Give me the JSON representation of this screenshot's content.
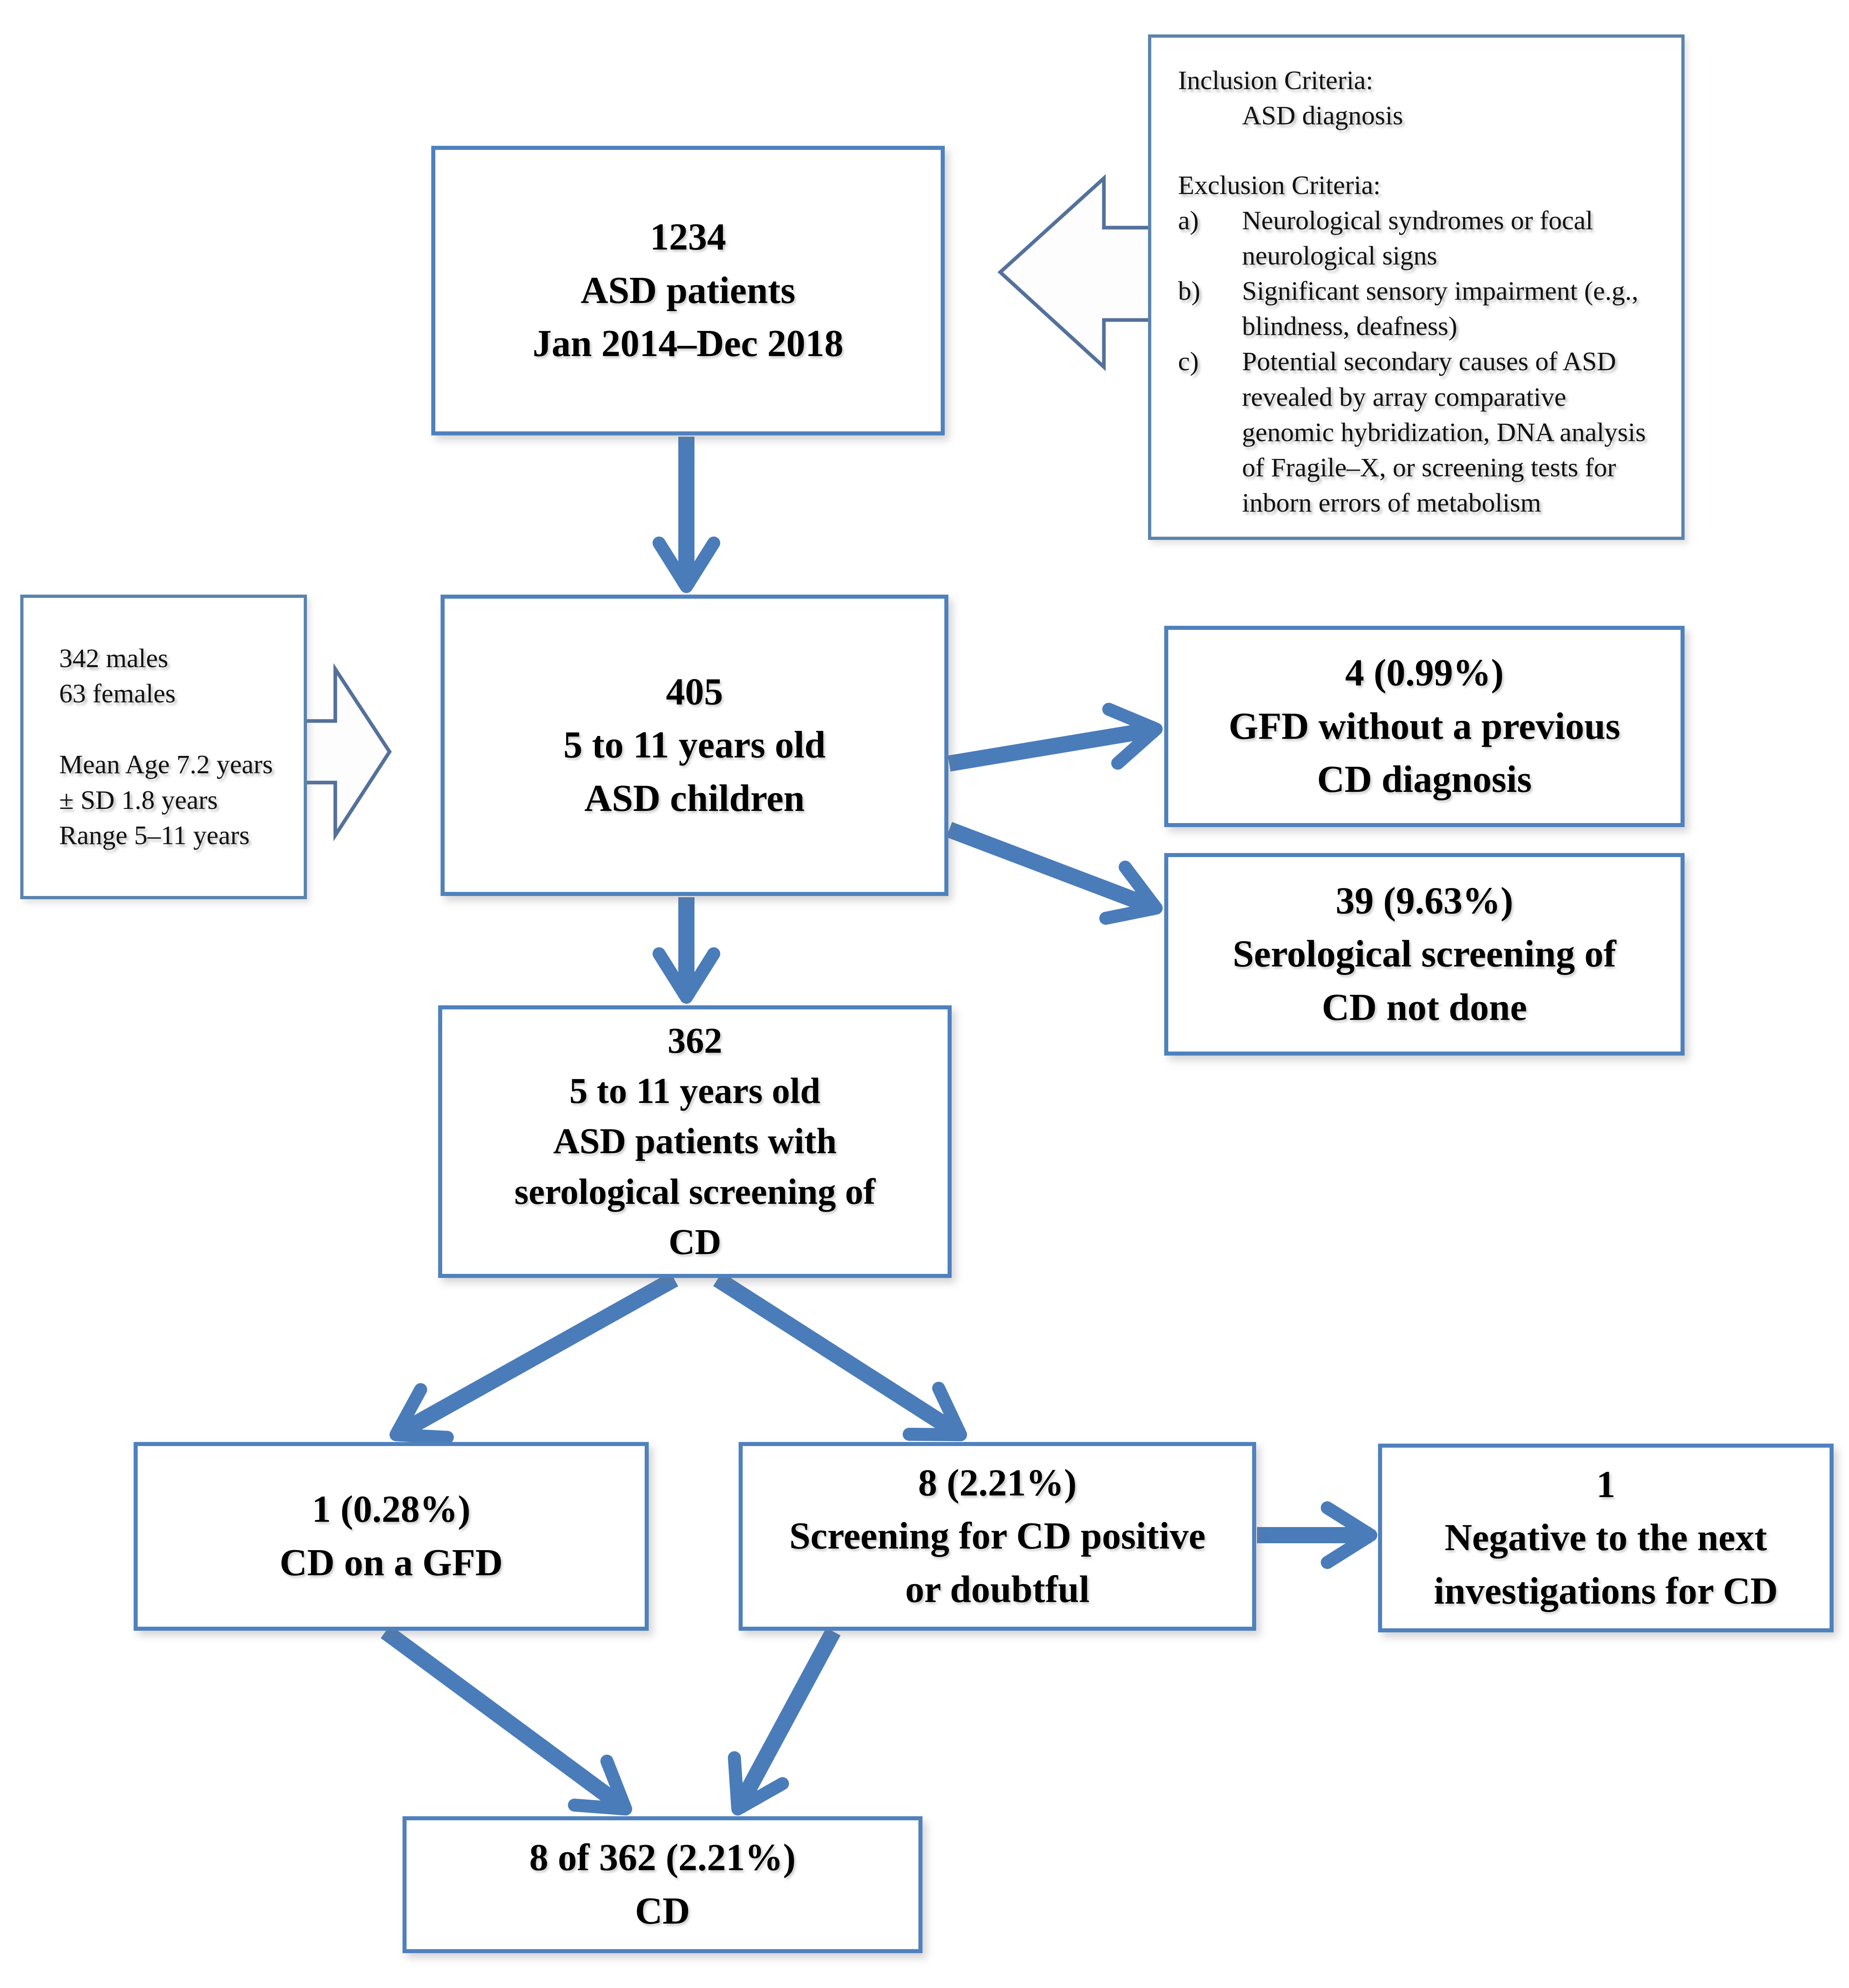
{
  "colors": {
    "box_border": "#4f81bd",
    "thin_border": "#5b84ad",
    "arrow": "#4a7cba",
    "block_arrow_outline": "#54719b"
  },
  "boxes": {
    "asd_patients": {
      "lines": [
        "1234",
        "ASD patients",
        "Jan 2014–Dec 2018"
      ]
    },
    "criteria": {
      "inclusion_title": "Inclusion Criteria:",
      "inclusion_item": "ASD diagnosis",
      "exclusion_title": "Exclusion Criteria:",
      "items": [
        {
          "marker": "a)",
          "text": "Neurological syndromes or focal neurological signs"
        },
        {
          "marker": "b)",
          "text": "Significant sensory impairment (e.g., blindness, deafness)"
        },
        {
          "marker": "c)",
          "text": "Potential secondary causes of ASD revealed by array comparative genomic hybridization, DNA analysis of Fragile–X, or screening tests for inborn errors of metabolism"
        }
      ]
    },
    "demographics": {
      "lines": [
        "342 males",
        "63 females",
        "Mean Age 7.2 years",
        "± SD 1.8 years",
        "Range 5–11 years"
      ]
    },
    "children_405": {
      "lines": [
        "405",
        "5 to 11 years old",
        "ASD children"
      ]
    },
    "gfd_no_diagnosis": {
      "lines": [
        "4 (0.99%)",
        "GFD without a previous",
        "CD diagnosis"
      ]
    },
    "screening_not_done": {
      "lines": [
        "39 (9.63%)",
        "Serological screening of",
        "CD not done"
      ]
    },
    "screened_362": {
      "lines": [
        "362",
        "5 to 11 years old",
        "ASD patients with",
        "serological screening of",
        "CD"
      ]
    },
    "cd_on_gfd": {
      "lines": [
        "1 (0.28%)",
        "CD on a GFD"
      ]
    },
    "screening_positive": {
      "lines": [
        "8 (2.21%)",
        "Screening for CD positive",
        "or doubtful"
      ]
    },
    "negative_next": {
      "lines": [
        "1",
        "Negative to the next",
        "investigations for CD"
      ]
    },
    "final_cd": {
      "lines": [
        "8 of 362 (2.21%)",
        "CD"
      ]
    }
  }
}
